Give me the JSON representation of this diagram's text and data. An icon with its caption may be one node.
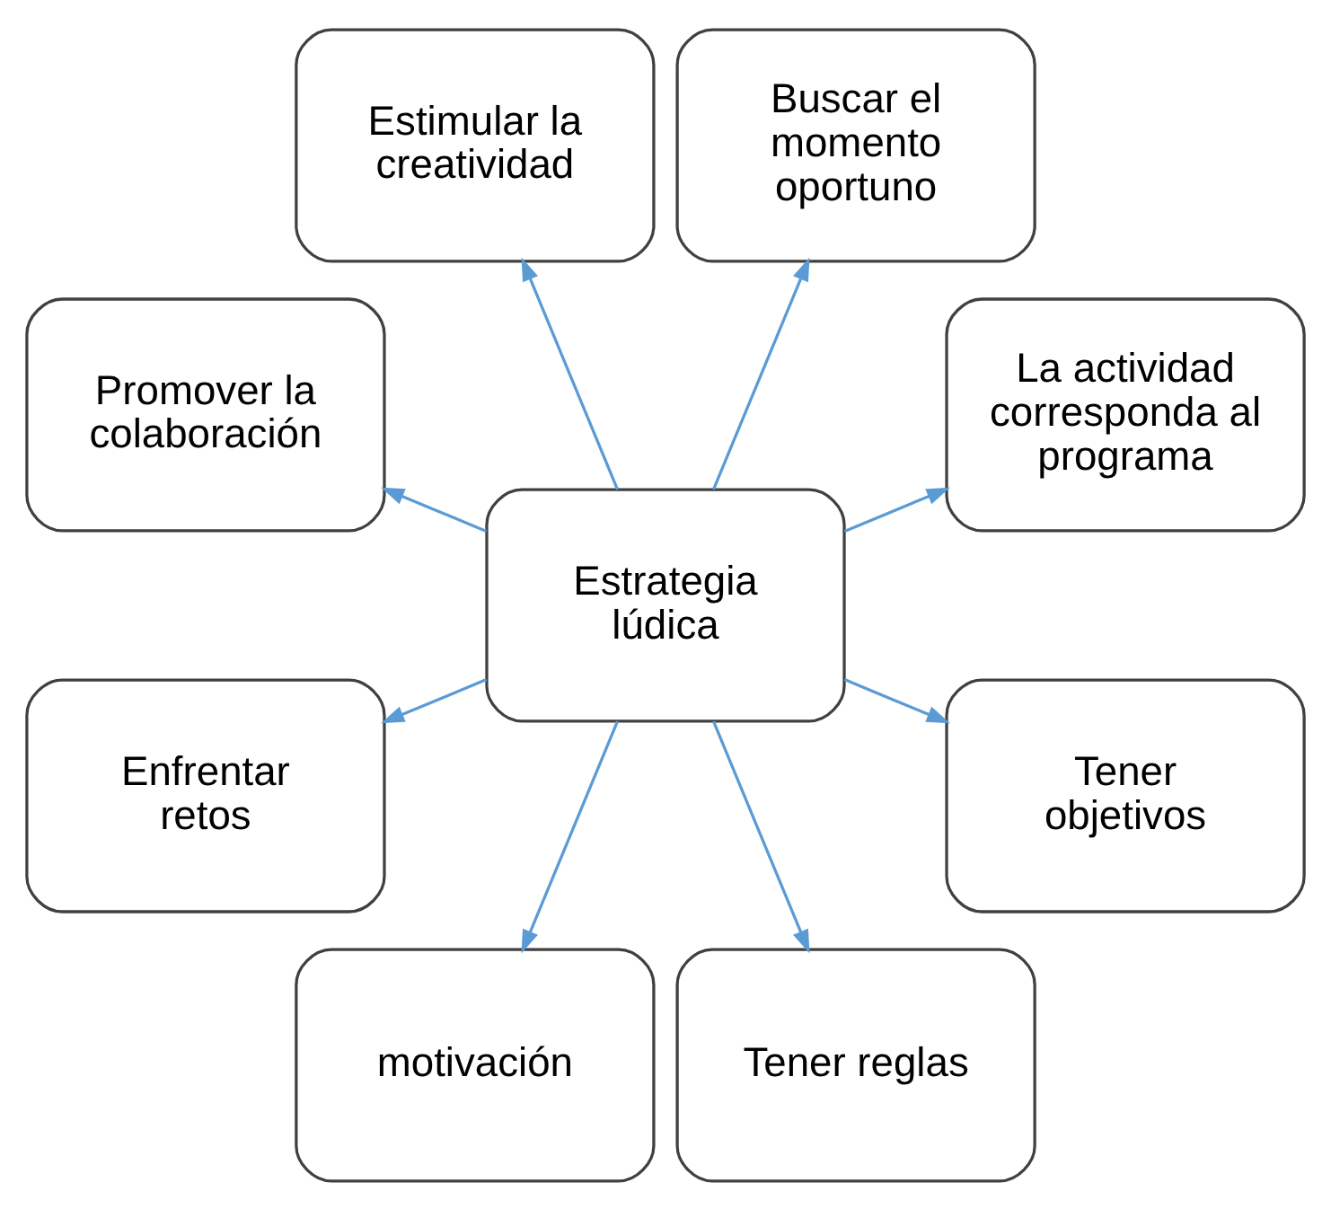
{
  "diagram": {
    "nodes": [
      {
        "text": [
          "Estrategia lúdica"
        ]
      },
      {
        "text": [
          "La actividad corresponda al programa"
        ]
      },
      {
        "text": [
          "Buscar el momento oportuno"
        ]
      },
      {
        "text": [
          "Estimular la creatividad"
        ]
      },
      {
        "text": [
          "Promover la colaboración"
        ]
      },
      {
        "text": [
          "Enfrentar retos"
        ]
      },
      {
        "text": [
          "motivación"
        ]
      },
      {
        "text": [
          "Tener reglas"
        ]
      },
      {
        "text": [
          "Tener objetivos"
        ]
      }
    ],
    "edges": [
      {
        "from": 0,
        "to": 1,
        "arrow": "to"
      },
      {
        "from": 0,
        "to": 2,
        "arrow": "to"
      },
      {
        "from": 0,
        "to": 3,
        "arrow": "to"
      },
      {
        "from": 0,
        "to": 4,
        "arrow": "to"
      },
      {
        "from": 0,
        "to": 5,
        "arrow": "to"
      },
      {
        "from": 0,
        "to": 6,
        "arrow": "to"
      },
      {
        "from": 0,
        "to": 7,
        "arrow": "to"
      },
      {
        "from": 0,
        "to": 8,
        "arrow": "to"
      }
    ]
  }
}
